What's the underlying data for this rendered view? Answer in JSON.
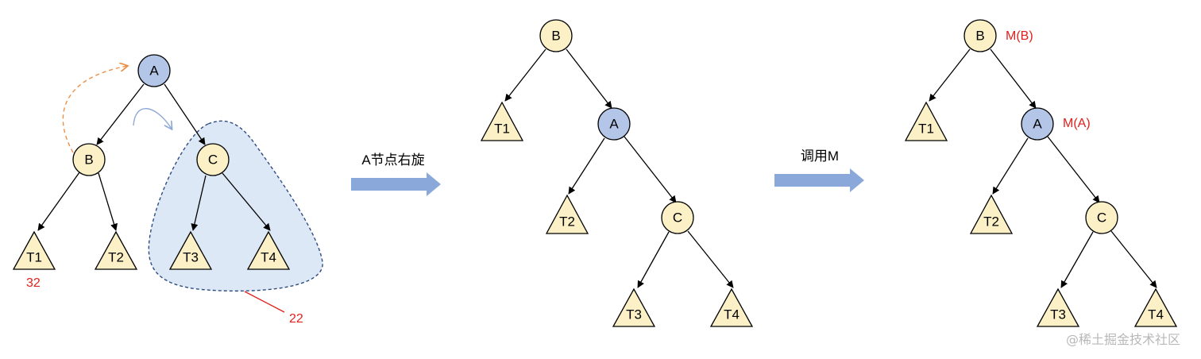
{
  "colors": {
    "node_fill": "#fbf0c6",
    "highlight_fill": "#b3c6e7",
    "region_fill": "#dce8f5",
    "region_stroke": "#2f4c80",
    "orange_arrow": "#ed8e45",
    "blue_arrow": "#8fa8d6",
    "step_arrow": "#8aa9da",
    "red_text": "#e0201b"
  },
  "diagram1": {
    "nodes": {
      "A": "A",
      "B": "B",
      "C": "C"
    },
    "subtrees": {
      "T1": "T1",
      "T2": "T2",
      "T3": "T3",
      "T4": "T4"
    },
    "annotations": {
      "t1_height": "32",
      "region_height": "22"
    }
  },
  "step1": {
    "label": "A节点右旋"
  },
  "diagram2": {
    "nodes": {
      "A": "A",
      "B": "B",
      "C": "C"
    },
    "subtrees": {
      "T1": "T1",
      "T2": "T2",
      "T3": "T3",
      "T4": "T4"
    }
  },
  "step2": {
    "label": "调用M"
  },
  "diagram3": {
    "nodes": {
      "A": "A",
      "B": "B",
      "C": "C"
    },
    "subtrees": {
      "T1": "T1",
      "T2": "T2",
      "T3": "T3",
      "T4": "T4"
    },
    "annotations": {
      "m_b": "M(B)",
      "m_a": "M(A)"
    }
  },
  "watermark": "@稀土掘金技术社区"
}
